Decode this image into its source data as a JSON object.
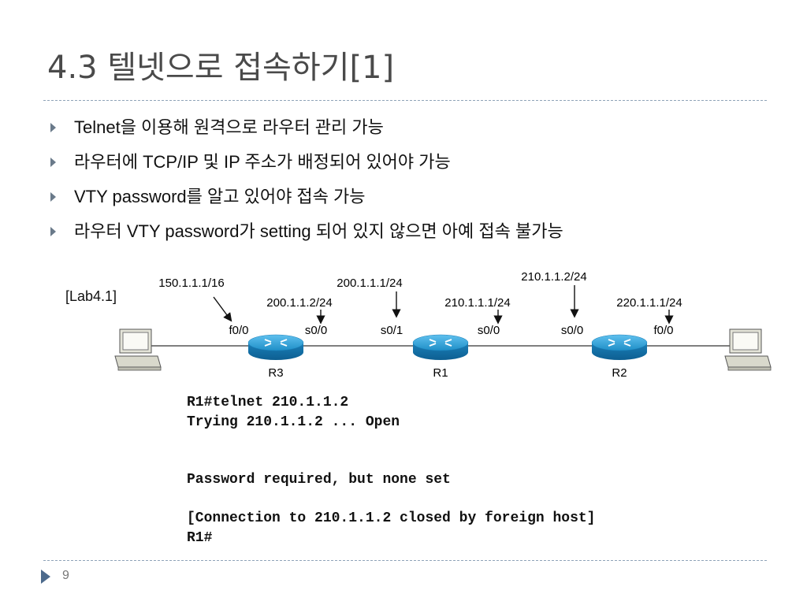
{
  "slide": {
    "title": "4.3 텔넷으로 접속하기[1]",
    "page_number": "9"
  },
  "bullets": [
    "Telnet을 이용해 원격으로 라우터 관리 가능",
    "라우터에 TCP/IP 및 IP 주소가 배정되어 있어야 가능",
    "VTY password를 알고 있어야 접속 가능",
    "라우터 VTY password가 setting 되어 있지 않으면 아예 접속 불가능"
  ],
  "diagram": {
    "lab_label": "[Lab4.1]",
    "routers": [
      {
        "name": "R3"
      },
      {
        "name": "R1"
      },
      {
        "name": "R2"
      }
    ],
    "interfaces": [
      "f0/0",
      "s0/0",
      "s0/1",
      "s0/0",
      "s0/0",
      "f0/0"
    ],
    "addresses": {
      "r3_f00": "150.1.1.1/16",
      "r3_s00": "200.1.1.2/24",
      "r1_s01": "200.1.1.1/24",
      "r1_s00": "210.1.1.1/24",
      "r2_s00": "210.1.1.2/24",
      "r2_f00": "220.1.1.1/24"
    }
  },
  "cli_output": [
    "R1#telnet 210.1.1.2",
    "Trying 210.1.1.2 ... Open",
    "",
    "",
    "Password required, but none set",
    "",
    "[Connection to 210.1.1.2 closed by foreign host]",
    "R1#"
  ],
  "colors": {
    "title": "#4a4a4a",
    "router_blue": "#1f8fc8",
    "bullet_arrow": "#6a7a8a",
    "footer_arrow": "#4c6a8c"
  }
}
